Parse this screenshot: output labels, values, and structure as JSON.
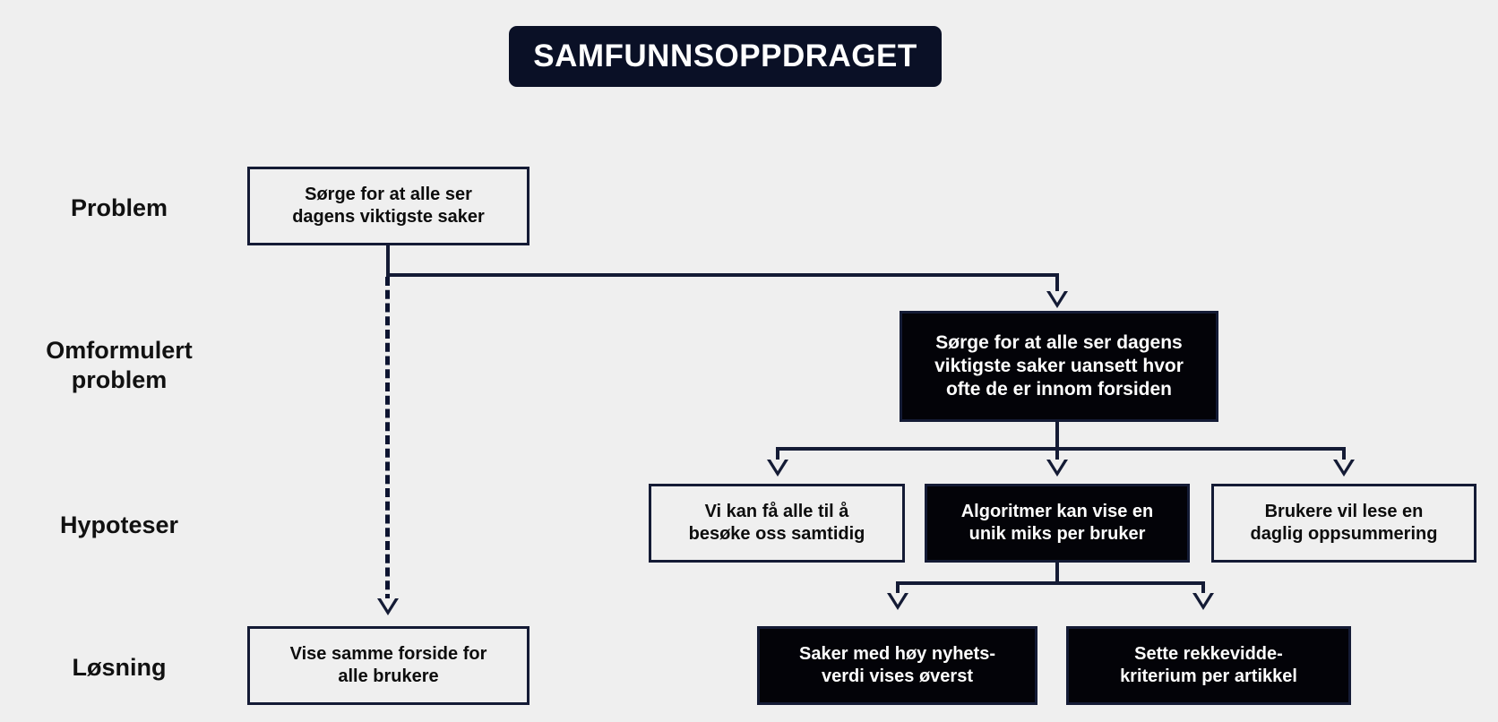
{
  "title": {
    "text": "SAMFUNNSOPPDRAGET",
    "background": "#0a1026",
    "color": "#ffffff"
  },
  "colors": {
    "page_background": "#efefef",
    "line": "#141b35",
    "dark_node_fill": "#030308",
    "light_node_fill": "#efefef",
    "dark_node_text": "#ffffff",
    "light_node_text": "#0d0d0d"
  },
  "rows": [
    {
      "label": "Problem"
    },
    {
      "label": "Omformulert\nproblem",
      "line1": "Omformulert",
      "line2": "problem"
    },
    {
      "label": "Hypoteser"
    },
    {
      "label": "Løsning"
    }
  ],
  "nodes": {
    "problem": {
      "line1": "Sørge for at alle ser",
      "line2": "dagens viktigste saker",
      "style": "light"
    },
    "reframed_problem": {
      "line1": "Sørge for at alle ser dagens",
      "line2": "viktigste saker uansett hvor",
      "line3": "ofte de er innom forsiden",
      "style": "dark"
    },
    "hypothesis_left": {
      "line1": "Vi kan få alle til å",
      "line2": "besøke oss samtidig",
      "style": "light"
    },
    "hypothesis_middle": {
      "line1": "Algoritmer kan vise en",
      "line2": "unik miks per bruker",
      "style": "dark"
    },
    "hypothesis_right": {
      "line1": "Brukere vil lese en",
      "line2": "daglig oppsummering",
      "style": "light"
    },
    "solution_left": {
      "line1": "Vise samme forside for",
      "line2": "alle brukere",
      "style": "light"
    },
    "solution_middle": {
      "line1": "Saker med høy nyhets-",
      "line2": "verdi vises øverst",
      "style": "dark"
    },
    "solution_right": {
      "line1": "Sette rekkevidde-",
      "line2": "kriterium per artikkel",
      "style": "dark"
    }
  }
}
